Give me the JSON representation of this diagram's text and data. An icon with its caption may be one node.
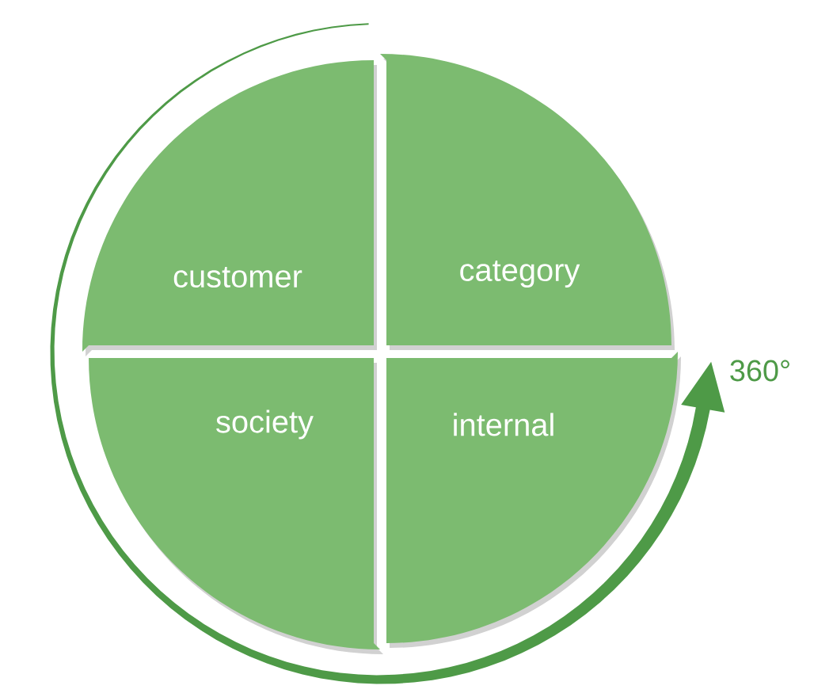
{
  "diagram": {
    "nodes": [
      {
        "text": [
          "customer"
        ]
      },
      {
        "text": [
          "category"
        ]
      },
      {
        "text": [
          "society"
        ]
      },
      {
        "text": [
          "internal"
        ]
      }
    ],
    "labels": [
      "360°"
    ]
  }
}
